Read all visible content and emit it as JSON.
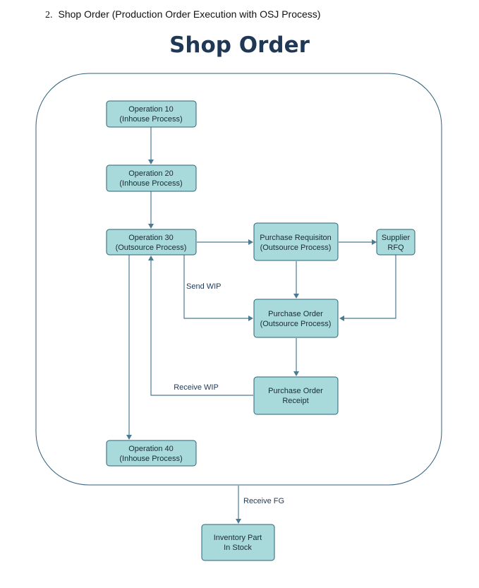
{
  "heading": {
    "number": "2.",
    "text": "Shop Order (Production Order Execution with OSJ Process)"
  },
  "title": "Shop Order",
  "nodes": {
    "op10": [
      "Operation 10",
      "(Inhouse Process)"
    ],
    "op20": [
      "Operation 20",
      "(Inhouse Process)"
    ],
    "op30": [
      "Operation 30",
      "(Outsource Process)"
    ],
    "pr": [
      "Purchase Requisiton",
      "(Outsource Process)"
    ],
    "rfq": [
      "Supplier",
      "RFQ"
    ],
    "po": [
      "Purchase Order",
      "(Outsource Process)"
    ],
    "por": [
      "Purchase Order",
      "Receipt"
    ],
    "op40": [
      "Operation 40",
      "(Inhouse Process)"
    ],
    "inv": [
      "Inventory Part",
      "In Stock"
    ]
  },
  "edge_labels": {
    "send_wip": "Send WIP",
    "receive_wip": "Receive WIP",
    "receive_fg": "Receive FG"
  },
  "colors": {
    "box_fill": "#a8dadc",
    "box_stroke": "#2c6373",
    "title": "#1f3856",
    "connector": "#4c7a92"
  }
}
